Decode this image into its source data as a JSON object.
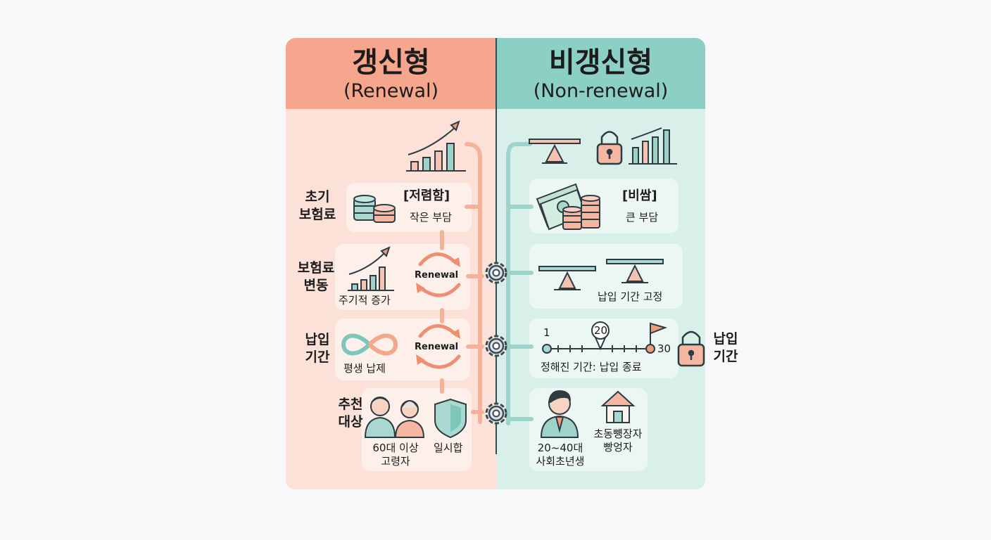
{
  "left": {
    "title": "갱신형",
    "subtitle": "(Renewal)",
    "rows": {
      "premium": {
        "label_1": "초기",
        "label_2": "보험료",
        "tag": "[저렴함]",
        "desc": "작은 부담"
      },
      "change": {
        "label_1": "보험료",
        "label_2": "변동",
        "desc": "주기적 증가",
        "cycle": "Renewal"
      },
      "period": {
        "label_1": "납입",
        "label_2": "기간",
        "desc": "평생 납제",
        "cycle": "Renewal"
      },
      "target": {
        "label_1": "추천",
        "label_2": "대상",
        "desc_1": "60대 이상",
        "desc_2": "고령자",
        "desc_3": "일시합"
      }
    }
  },
  "right": {
    "title": "비갱신형",
    "subtitle": "(Non-renewal)",
    "rows": {
      "premium": {
        "tag": "[비쌈]",
        "desc": "큰 부담"
      },
      "change": {
        "desc": "납입 기간 고정"
      },
      "period": {
        "start": "1",
        "mid": "20",
        "end": "30",
        "desc": "정해진 기간: 납입 종료",
        "label_1": "납입",
        "label_2": "기간"
      },
      "target": {
        "desc_1": "20~40대",
        "desc_2": "사회초년생",
        "desc_3": "초동뻉장자",
        "desc_4": "빵엉자"
      }
    }
  },
  "colors": {
    "renewal": "#f5a68c",
    "non_renewal": "#8ccfc4",
    "divider": "#3b4a52"
  }
}
